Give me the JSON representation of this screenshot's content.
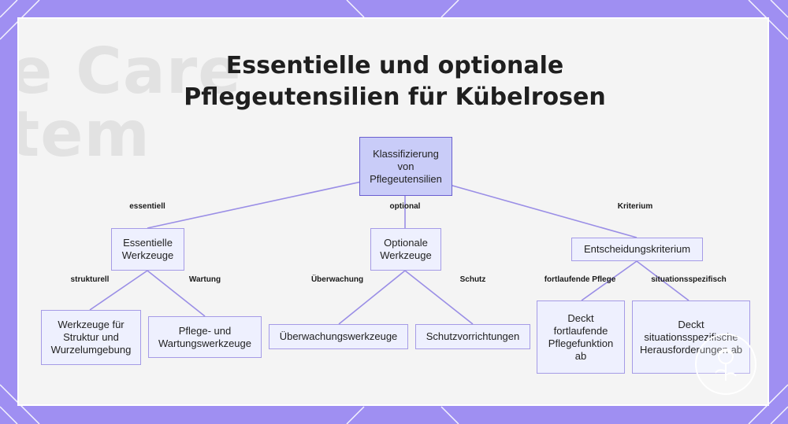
{
  "title": {
    "line1": "Essentielle und optionale",
    "line2": "Pflegeutensilien für Kübelrosen"
  },
  "background_text": [
    "e Care",
    "tem"
  ],
  "nodes": {
    "root": "Klassifizierung von Pflegeutensilien",
    "essential": "Essentielle Werkzeuge",
    "optional": "Optionale Werkzeuge",
    "criterion": "Entscheidungskriterium",
    "structure_tools": "Werkzeuge für Struktur und Wurzelumgebung",
    "maintenance_tools": "Pflege- und Wartungswerkzeuge",
    "monitoring_tools": "Überwachungswerkzeuge",
    "protection_tools": "Schutzvorrichtungen",
    "ongoing_care": "Deckt fortlaufende Pflegefunktion ab",
    "situational": "Deckt situationsspezifische Herausforderungen ab"
  },
  "edges": {
    "essentiell": "essentiell",
    "optional": "optional",
    "kriterium": "Kriterium",
    "strukturell": "strukturell",
    "wartung": "Wartung",
    "ueberwachung": "Überwachung",
    "schutz": "Schutz",
    "fortlaufend": "fortlaufende Pflege",
    "situativ": "situationsspezifisch"
  },
  "colors": {
    "frame": "#9f8ff2",
    "node_fill": "#eef0fe",
    "node_border": "#a59be6",
    "root_fill": "#c9ccf8",
    "edge": "#9a8ee6"
  },
  "logo_icon": "rose-logo-icon"
}
